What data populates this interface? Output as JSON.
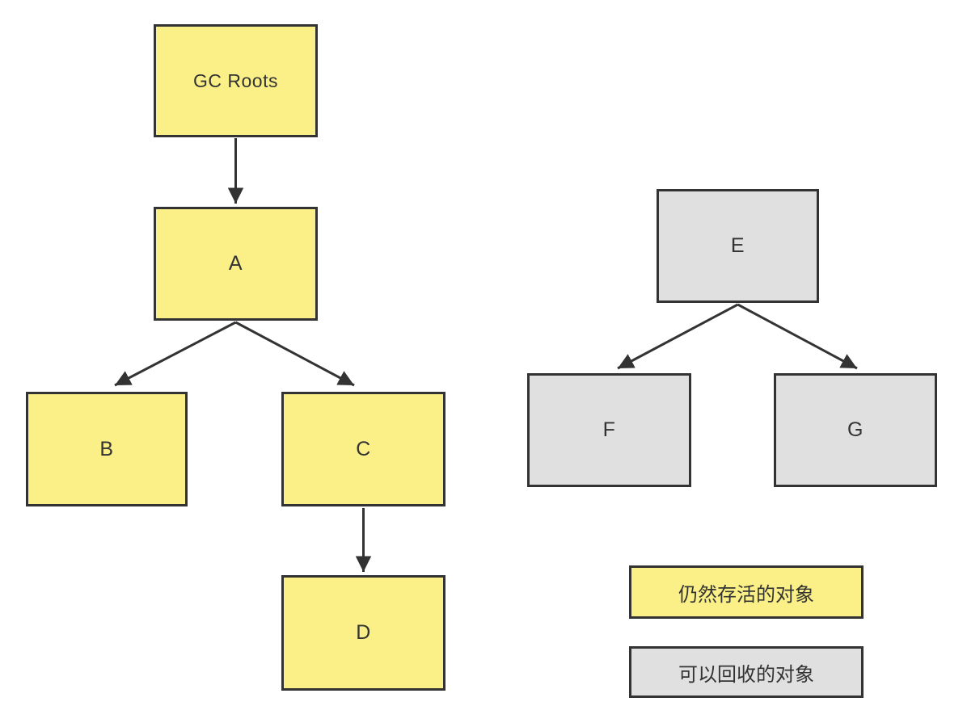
{
  "diagram": {
    "nodes": [
      {
        "id": "gc-roots",
        "label": "GC Roots",
        "type": "alive"
      },
      {
        "id": "a",
        "label": "A",
        "type": "alive"
      },
      {
        "id": "b",
        "label": "B",
        "type": "alive"
      },
      {
        "id": "c",
        "label": "C",
        "type": "alive"
      },
      {
        "id": "d",
        "label": "D",
        "type": "alive"
      },
      {
        "id": "e",
        "label": "E",
        "type": "recyclable"
      },
      {
        "id": "f",
        "label": "F",
        "type": "recyclable"
      },
      {
        "id": "g",
        "label": "G",
        "type": "recyclable"
      }
    ],
    "edges": [
      {
        "from": "GC Roots",
        "to": "A"
      },
      {
        "from": "A",
        "to": "B"
      },
      {
        "from": "A",
        "to": "C"
      },
      {
        "from": "C",
        "to": "D"
      },
      {
        "from": "E",
        "to": "F"
      },
      {
        "from": "E",
        "to": "G"
      }
    ],
    "legend": [
      {
        "label": "仍然存活的对象",
        "type": "alive"
      },
      {
        "label": "可以回收的对象",
        "type": "recyclable"
      }
    ],
    "colors": {
      "alive_fill": "#FAF087",
      "recyclable_fill": "#E0E0E0",
      "border": "#333333",
      "arrow": "#333333"
    }
  }
}
